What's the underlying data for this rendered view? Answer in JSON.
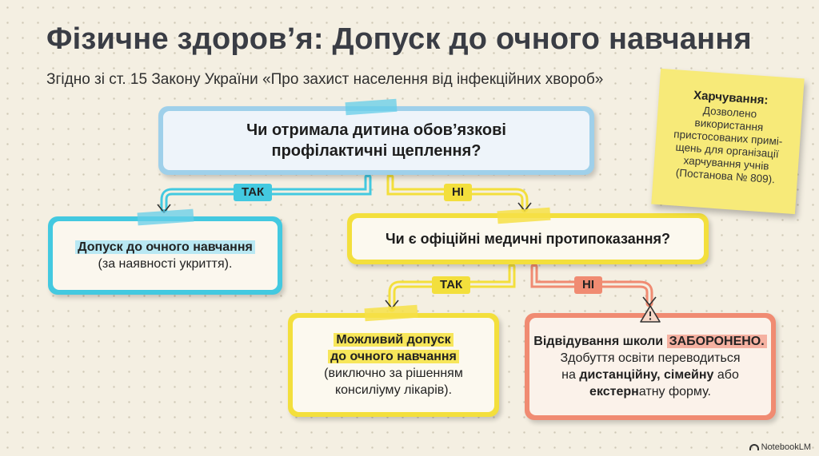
{
  "title": "Фізичне здоров’я: Допуск до очного навчання",
  "subtitle": "Згідно зі ст. 15 Закону України «Про захист населення від інфекційних хвороб»",
  "question1": {
    "line1": "Чи отримала дитина обов’язкові",
    "line2": "профілактичні щеплення?"
  },
  "branch_yes1": "ТАК",
  "branch_no1": "НІ",
  "outcome_admit": {
    "highlight": "Допуск до очного навчання",
    "note": "(за наявності укриття)."
  },
  "question2": "Чи є офіційні медичні протипоказання?",
  "branch_yes2": "ТАК",
  "branch_no2": "НІ",
  "outcome_possible": {
    "hl_line1": "Можливий допуск",
    "hl_line2": "до очного навчання",
    "line3": "(виключно за рішенням",
    "line4": "консиліуму лікарів)."
  },
  "outcome_forbidden": {
    "line1_pre": "Відвідування школи ",
    "line1_hl": "ЗАБОРОНЕНО.",
    "line2": "Здобуття освіти переводиться",
    "line3_pre": "на ",
    "line3_bold": "дистанційну, сімейну",
    "line3_post": " або",
    "line4_bold": "екстерн",
    "line4_post": "атну форму."
  },
  "sticky_note": {
    "title": "Харчування:",
    "body_lines": [
      "Дозволено",
      "використання",
      "пристосованих примі-",
      "щень для організації",
      "харчування учнів",
      "(Постанова № 809)."
    ]
  },
  "logo": "NotebookLM",
  "colors": {
    "cyan": "#43c9e0",
    "yellow": "#f3df3c",
    "red": "#f08b72",
    "sticky": "#f7ea79",
    "background": "#f4efe2"
  },
  "icons": {
    "warning": "warning-triangle-icon"
  }
}
